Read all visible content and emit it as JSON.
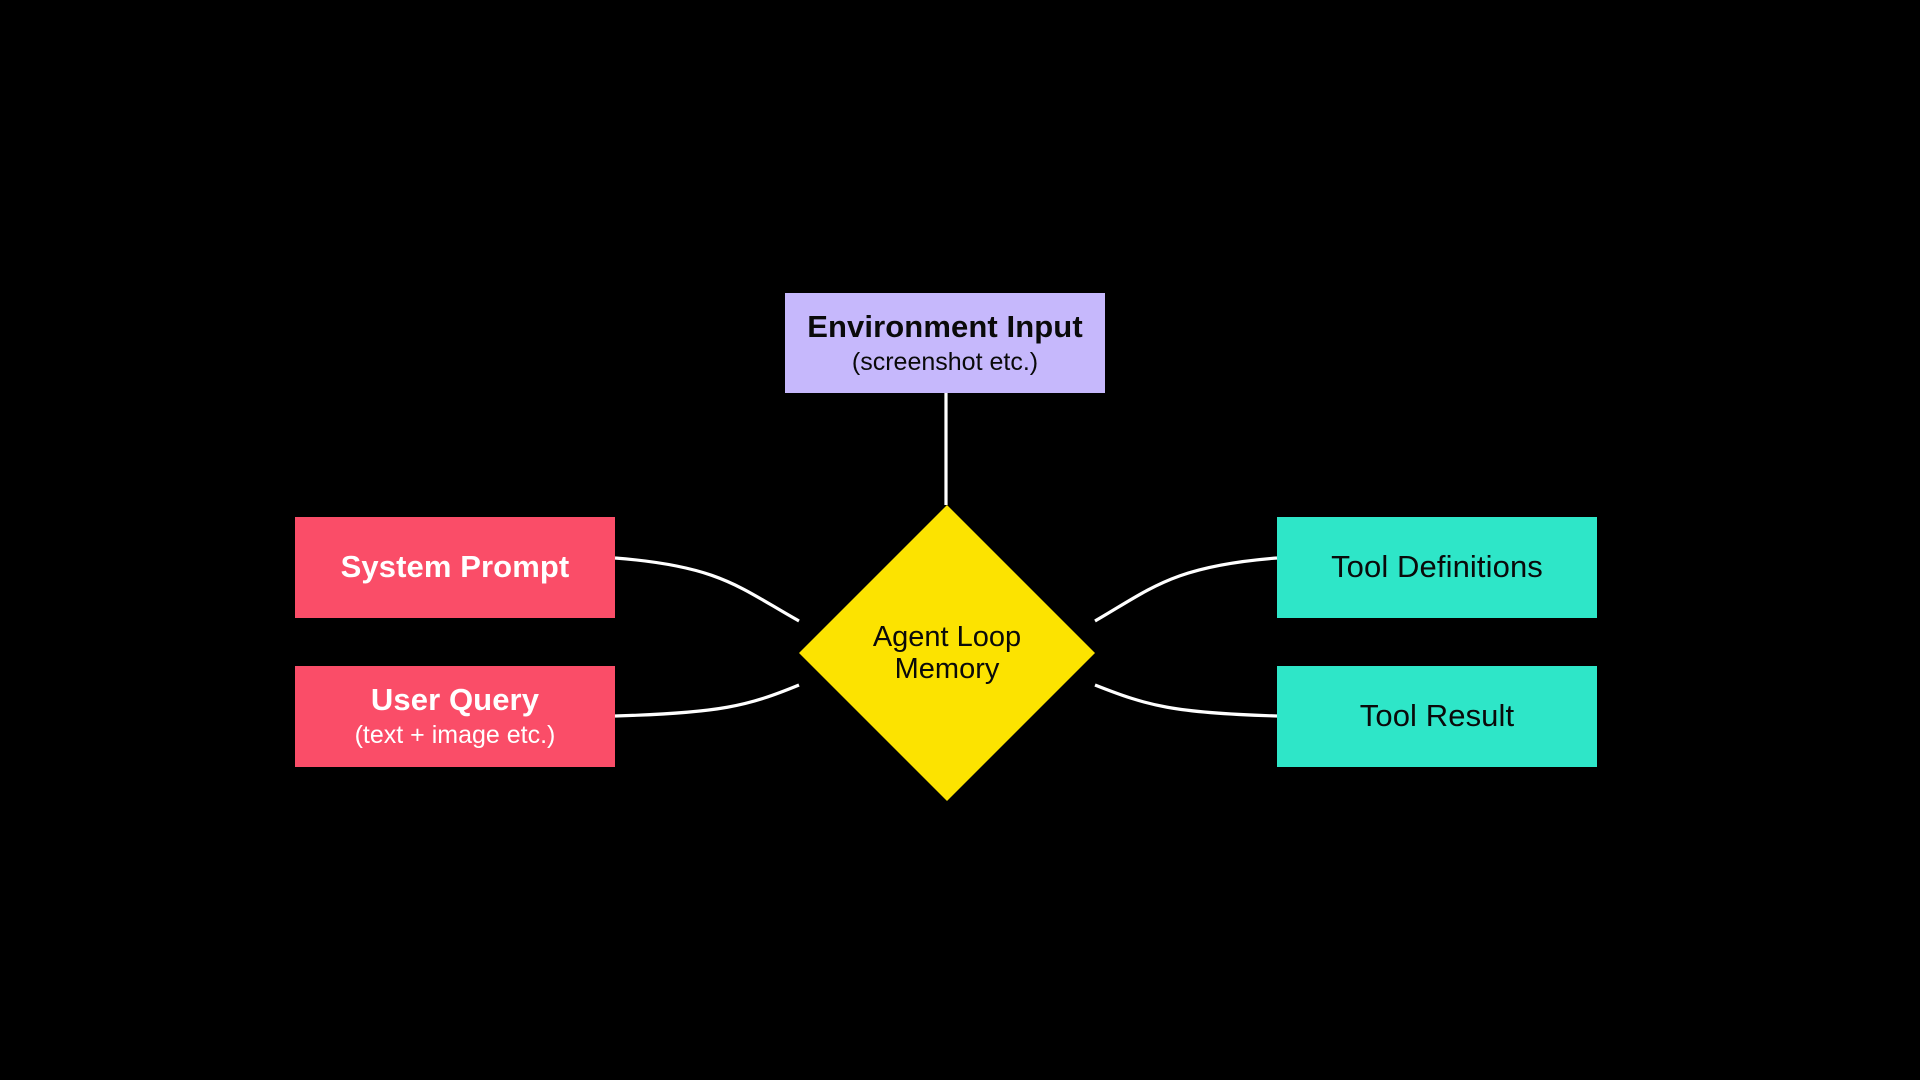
{
  "diagram": {
    "background_color": "#000000",
    "edge_color": "#ffffff",
    "nodes": {
      "environment_input": {
        "title": "Environment Input",
        "subtitle": "(screenshot etc.)",
        "shape": "rectangle",
        "fill": "#c6b8fc",
        "text_color": "#0a0a0a"
      },
      "system_prompt": {
        "title": "System Prompt",
        "subtitle": "",
        "shape": "rectangle",
        "fill": "#fa4d68",
        "text_color": "#ffffff"
      },
      "user_query": {
        "title": "User Query",
        "subtitle": "(text + image etc.)",
        "shape": "rectangle",
        "fill": "#fa4d68",
        "text_color": "#ffffff"
      },
      "tool_definitions": {
        "title": "Tool Definitions",
        "subtitle": "",
        "shape": "rectangle",
        "fill": "#2ee6c8",
        "text_color": "#0a0a0a"
      },
      "tool_result": {
        "title": "Tool Result",
        "subtitle": "",
        "shape": "rectangle",
        "fill": "#2ee6c8",
        "text_color": "#0a0a0a"
      },
      "agent_loop_memory": {
        "title": "Agent Loop",
        "subtitle": "Memory",
        "shape": "diamond",
        "fill": "#fce300",
        "text_color": "#0a0a0a"
      }
    },
    "edges": [
      {
        "from": "environment_input",
        "to": "agent_loop_memory",
        "style": "straight"
      },
      {
        "from": "system_prompt",
        "to": "agent_loop_memory",
        "style": "curve"
      },
      {
        "from": "user_query",
        "to": "agent_loop_memory",
        "style": "curve"
      },
      {
        "from": "agent_loop_memory",
        "to": "tool_definitions",
        "style": "curve"
      },
      {
        "from": "agent_loop_memory",
        "to": "tool_result",
        "style": "curve"
      }
    ]
  }
}
